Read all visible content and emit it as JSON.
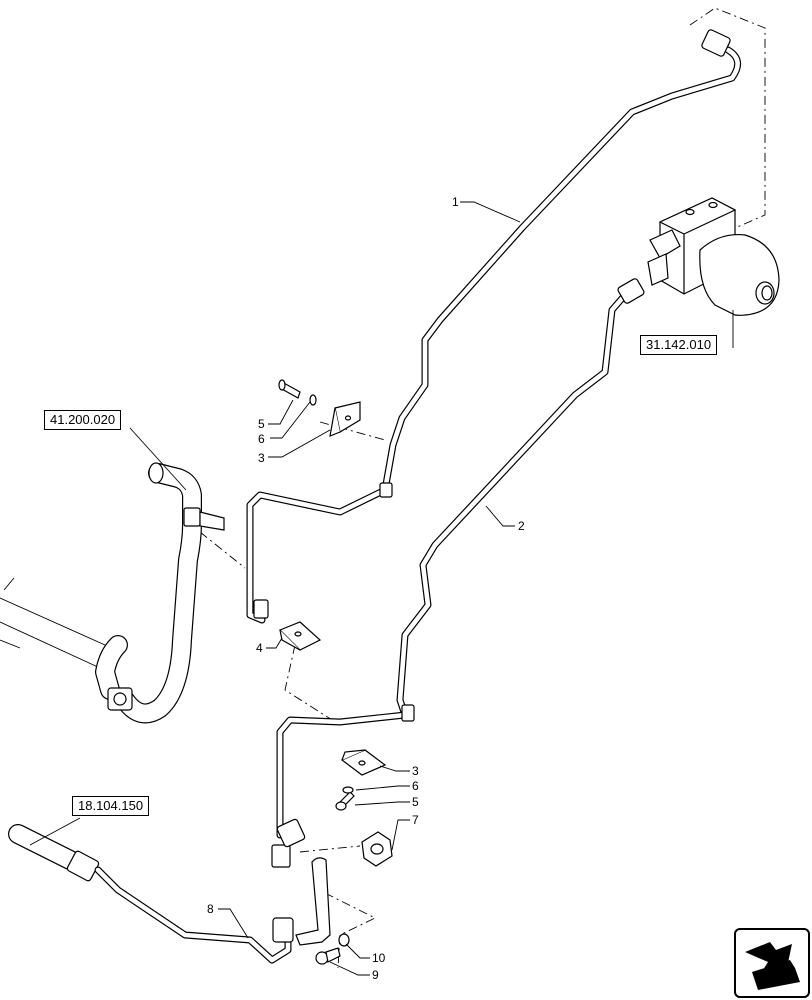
{
  "references": {
    "ref_valve": "31.142.010",
    "ref_hose_upper": "41.200.020",
    "ref_hose_lower": "18.104.150"
  },
  "callouts": {
    "c1": "1",
    "c2": "2",
    "c3a": "3",
    "c3b": "3",
    "c4": "4",
    "c5a": "5",
    "c5b": "5",
    "c6a": "6",
    "c6b": "6",
    "c7": "7",
    "c8": "8",
    "c9": "9",
    "c10": "10"
  },
  "icons": {
    "navigation": "next-page-arrow-icon"
  }
}
